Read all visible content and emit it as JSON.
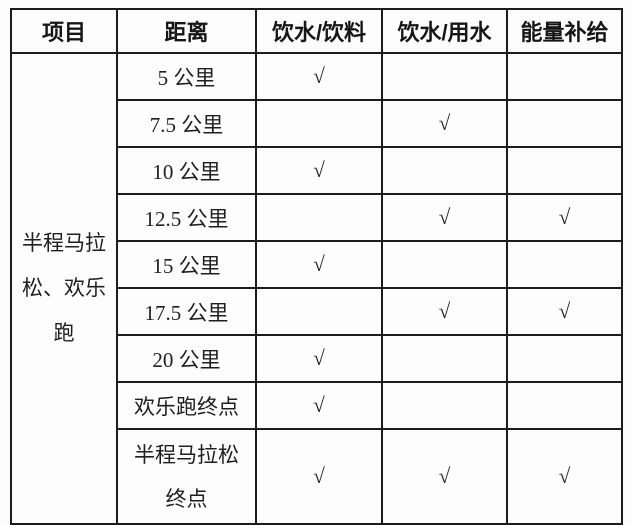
{
  "table": {
    "headers": [
      "项目",
      "距离",
      "饮水/饮料",
      "饮水/用水",
      "能量补给"
    ],
    "category": "半程马拉松、欢乐跑",
    "checkmark_glyph": "√",
    "rows": [
      {
        "distance": "5 公里",
        "drink": "√",
        "water": "",
        "energy": ""
      },
      {
        "distance": "7.5 公里",
        "drink": "",
        "water": "√",
        "energy": ""
      },
      {
        "distance": "10 公里",
        "drink": "√",
        "water": "",
        "energy": ""
      },
      {
        "distance": "12.5 公里",
        "drink": "",
        "water": "√",
        "energy": "√"
      },
      {
        "distance": "15 公里",
        "drink": "√",
        "water": "",
        "energy": ""
      },
      {
        "distance": "17.5 公里",
        "drink": "",
        "water": "√",
        "energy": "√"
      },
      {
        "distance": "20 公里",
        "drink": "√",
        "water": "",
        "energy": ""
      },
      {
        "distance": "欢乐跑终点",
        "drink": "√",
        "water": "",
        "energy": ""
      },
      {
        "distance": "半程马拉松终点",
        "drink": "√",
        "water": "√",
        "energy": "√"
      }
    ],
    "colors": {
      "border": "#1c1c1c",
      "text": "#1f1f1f",
      "background": "#fdfdfd"
    }
  }
}
